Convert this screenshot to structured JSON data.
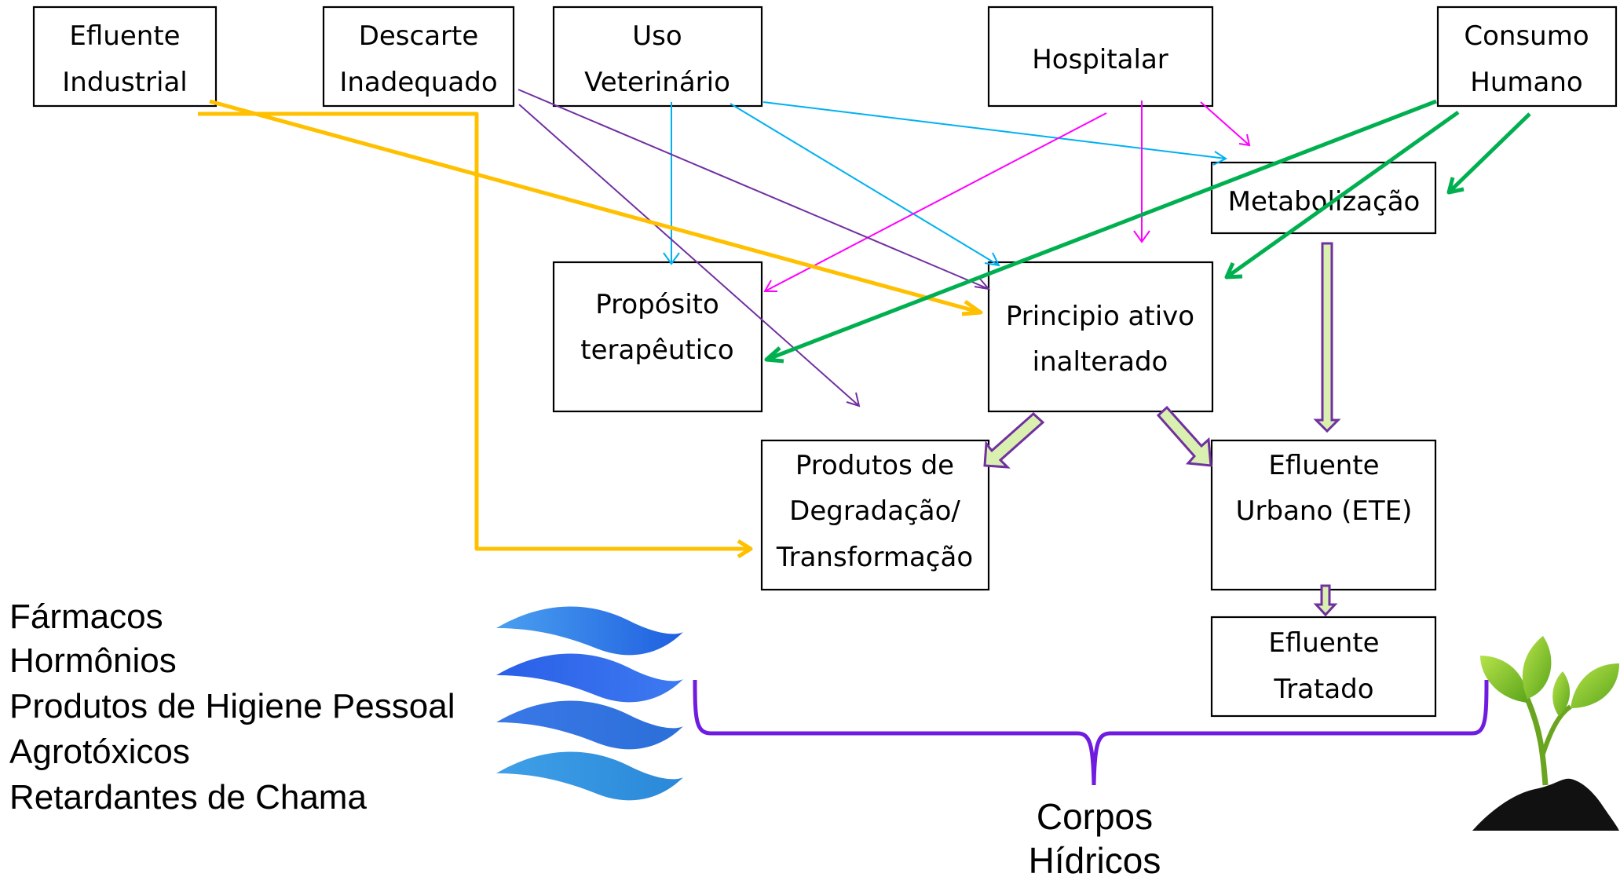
{
  "boxes": {
    "efluente_industrial": [
      "Efluente",
      "Industrial"
    ],
    "descarte_inadequado": [
      "Descarte",
      "Inadequado"
    ],
    "uso_veterinario": [
      "Uso",
      "Veterinário"
    ],
    "hospitalar": [
      "Hospitalar"
    ],
    "consumo_humano": [
      "Consumo",
      "Humano"
    ],
    "metabolizacao": [
      "Metabolização"
    ],
    "proposito_terapeutico": [
      "Propósito",
      "terapêutico"
    ],
    "principio_ativo": [
      "Principio ativo",
      "inalterado"
    ],
    "produtos_degradacao": [
      "Produtos de",
      "Degradação/",
      "Transformação"
    ],
    "efluente_urbano": [
      "Efluente",
      "Urbano (ETE)"
    ],
    "efluente_tratado": [
      "Efluente",
      "Tratado"
    ]
  },
  "legend": [
    "Fármacos",
    "Hormônios",
    "Produtos de Higiene Pessoal",
    "Agrotóxicos",
    "Retardantes de Chama"
  ],
  "corpos_hidricos": [
    "Corpos",
    "Hídricos"
  ],
  "colors": {
    "industrial": "#FFC000",
    "descarte": "#7030A0",
    "veterinario": "#00B0F0",
    "hospitalar": "#FF00FF",
    "consumo": "#00B050",
    "flow_outline": "#7030A0",
    "flow_fill": "#D9F0B0",
    "brace": "#6F1CE0"
  }
}
